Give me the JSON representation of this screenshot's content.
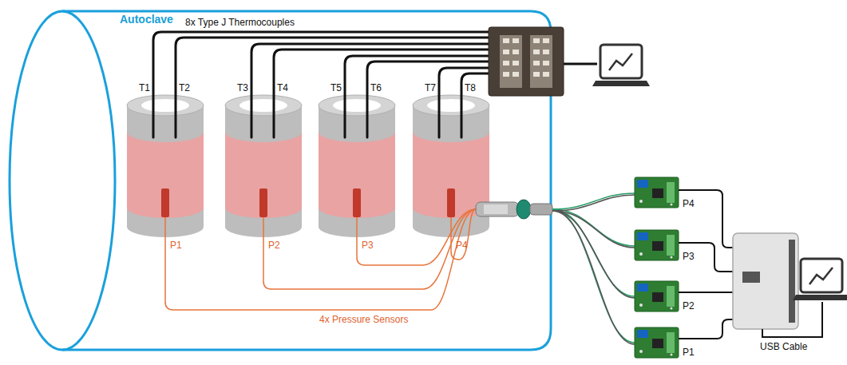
{
  "diagram": {
    "nodes": [
      {
        "text": [
          "Autoclave"
        ]
      }
    ],
    "labels": [
      "8x Type J Thermocouples",
      "T1",
      "T2",
      "T3",
      "T4",
      "T5",
      "T6",
      "T7",
      "T8",
      "P1",
      "P2",
      "P3",
      "P4",
      "4x Pressure Sensors",
      "P4",
      "P3",
      "P2",
      "P1",
      "USB Cable"
    ]
  }
}
